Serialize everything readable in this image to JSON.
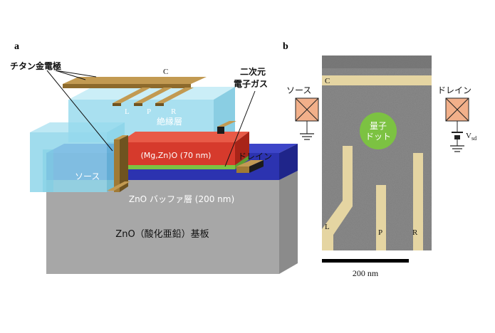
{
  "panel_a": {
    "label": "a",
    "electrode_title": "チタン金電極",
    "gate_c": "C",
    "gate_l": "L",
    "gate_p": "P",
    "gate_r": "R",
    "insulator": "絶縁層",
    "two_deg_line1": "二次元",
    "two_deg_line2": "電子ガス",
    "mgzno": "(Mg,Zn)O (70 nm)",
    "drain": "ドレイン",
    "source": "ソース",
    "buffer": "ZnO バッファ層 (200 nm)",
    "substrate": "ZnO（酸化亜鉛）基板"
  },
  "panel_b": {
    "label": "b",
    "source": "ソース",
    "drain": "ドレイン",
    "gate_c": "C",
    "dot_line1": "量子",
    "dot_line2": "ドット",
    "vsd_main": "V",
    "vsd_sub": "sd",
    "gate_l": "L",
    "gate_p": "P",
    "gate_r": "R",
    "scale": "200 nm"
  },
  "colors": {
    "insulator": "#8fd6ea",
    "mgzno": "#d63a2c",
    "two_deg": "#7cc242",
    "buffer": "#2c33b0",
    "substrate": "#a7a7a7",
    "electrode": "#a07a35",
    "sem_gate": "#ead9a3",
    "dot": "#7cc242",
    "contact": "#f2b08a"
  }
}
